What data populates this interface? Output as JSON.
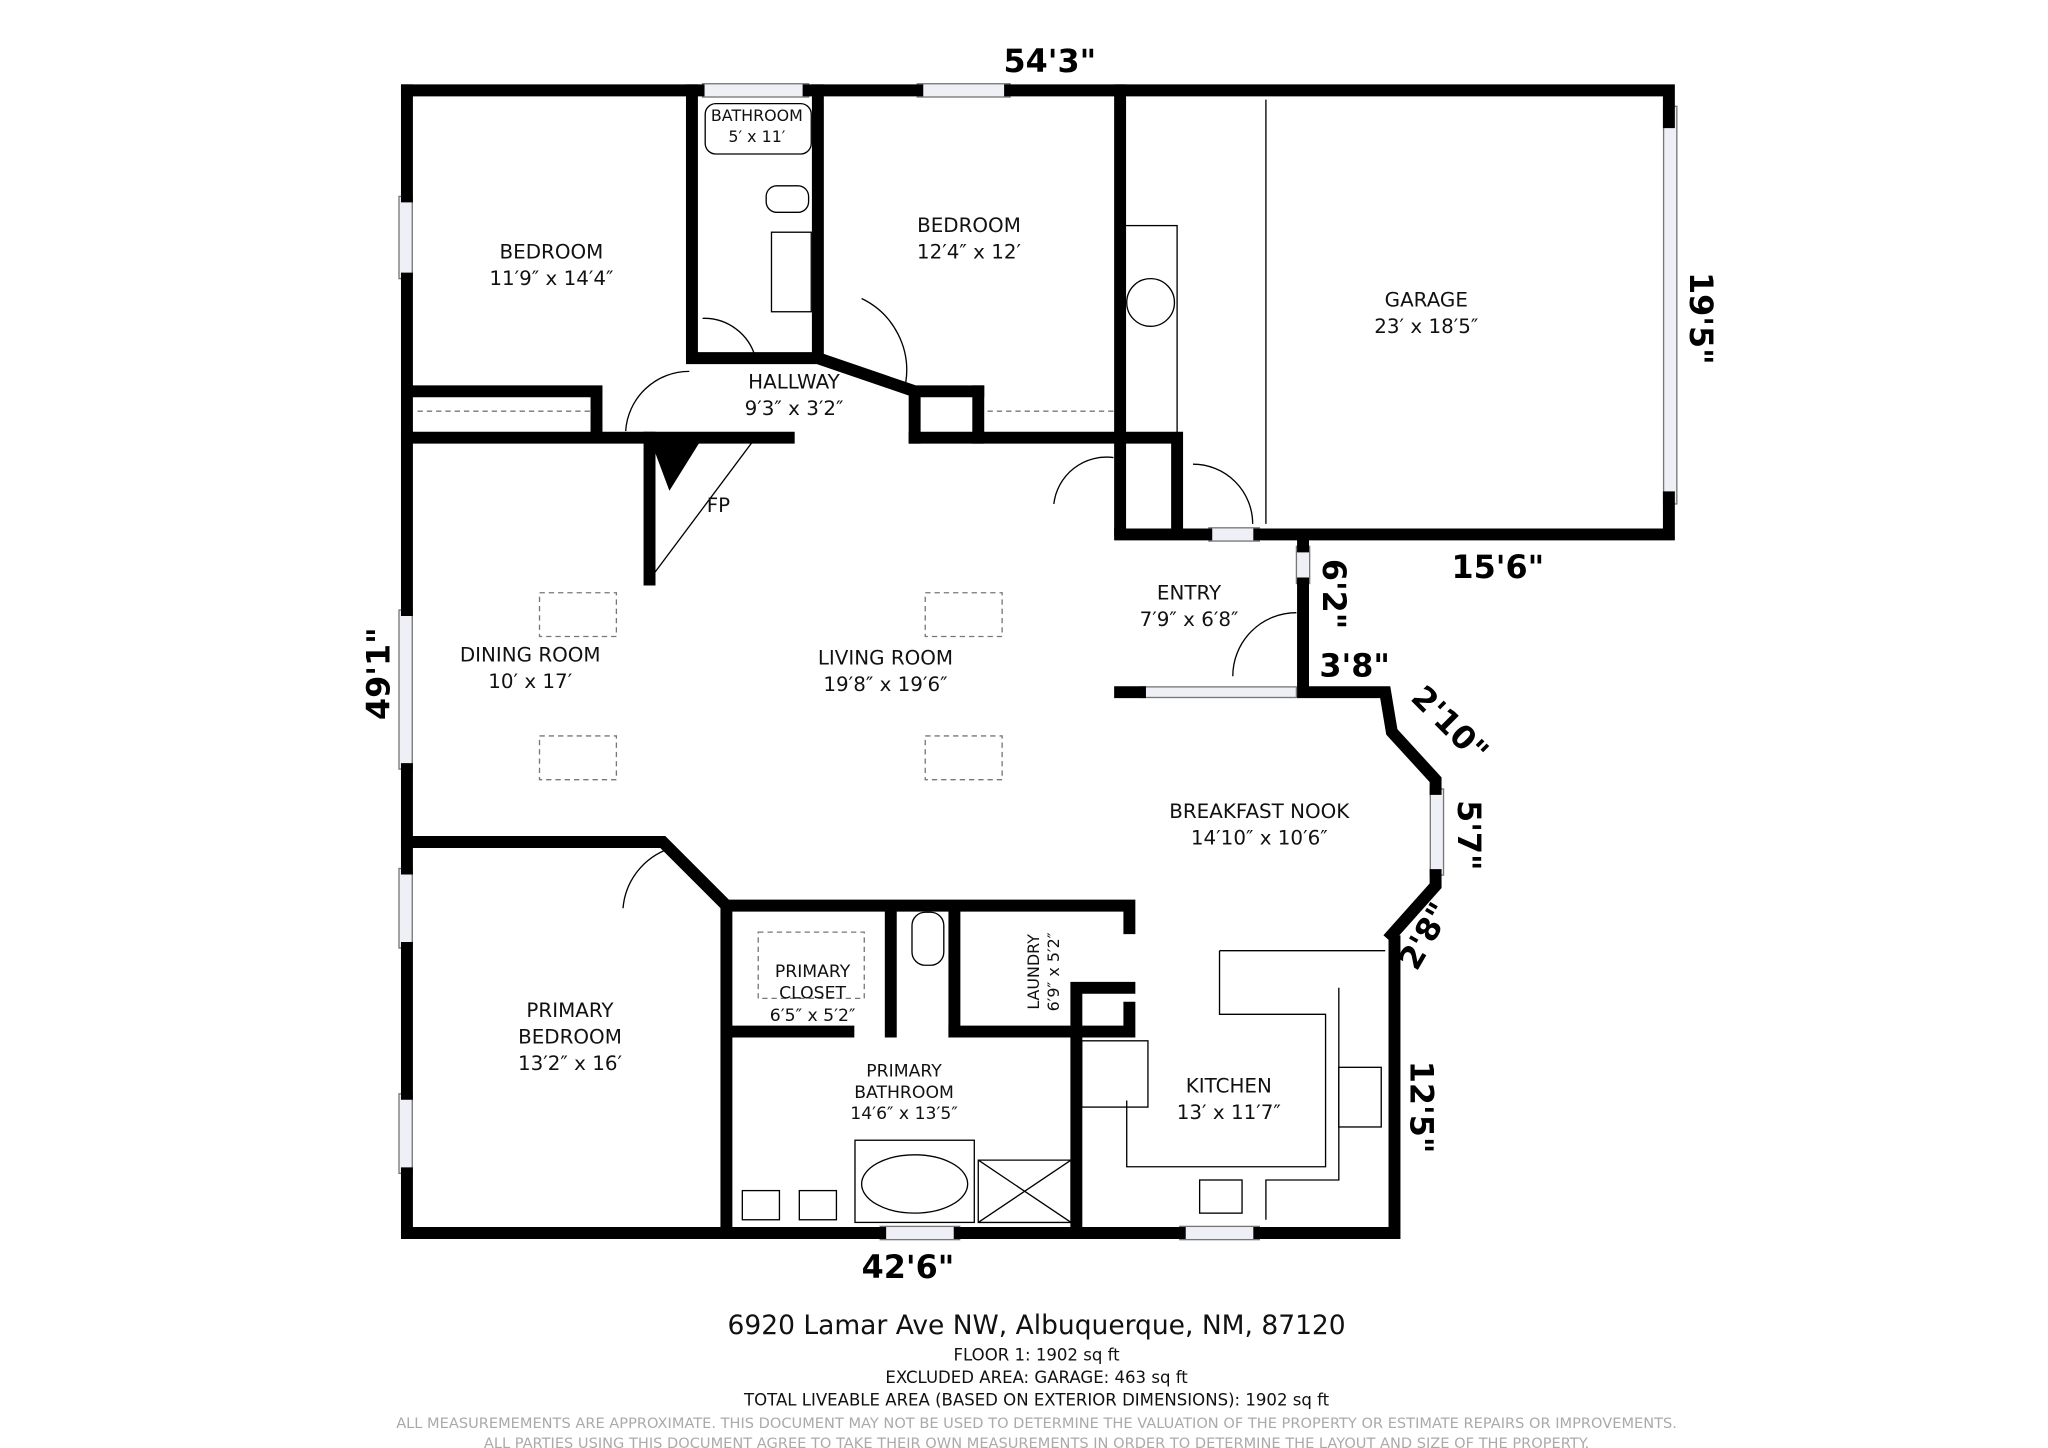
{
  "rooms": {
    "bedroom1": {
      "name": "BEDROOM",
      "size": "11′9″ x 14′4″"
    },
    "bathroom": {
      "name": "BATHROOM",
      "size": "5′ x 11′"
    },
    "bedroom2": {
      "name": "BEDROOM",
      "size": "12′4″ x 12′"
    },
    "garage": {
      "name": "GARAGE",
      "size": "23′ x 18′5″"
    },
    "hallway": {
      "name": "HALLWAY",
      "size": "9′3″ x 3′2″"
    },
    "fireplace": {
      "name": "FP"
    },
    "entry": {
      "name": "ENTRY",
      "size": "7′9″ x 6′8″"
    },
    "dining": {
      "name": "DINING ROOM",
      "size": "10′ x 17′"
    },
    "living": {
      "name": "LIVING ROOM",
      "size": "19′8″ x 19′6″"
    },
    "nook": {
      "name": "BREAKFAST NOOK",
      "size": "14′10″ x 10′6″"
    },
    "primary_bedroom": {
      "name1": "PRIMARY",
      "name2": "BEDROOM",
      "size": "13′2″ x 16′"
    },
    "primary_closet": {
      "name1": "PRIMARY",
      "name2": "CLOSET",
      "size": "6′5″ x 5′2″"
    },
    "laundry": {
      "name": "LAUNDRY",
      "size": "6′9″ x 5′2″"
    },
    "primary_bathroom": {
      "name1": "PRIMARY",
      "name2": "BATHROOM",
      "size": "14′6″ x 13′5″"
    },
    "kitchen": {
      "name": "KITCHEN",
      "size": "13′ x 11′7″"
    }
  },
  "dimensions": {
    "top": "54'3\"",
    "garage_right": "19'5\"",
    "garage_bottom": "15'6\"",
    "entry_side": "6'2\"",
    "entry_step": "3'8\"",
    "bay_upper": "2'10\"",
    "bay_middle": "5'7\"",
    "bay_lower": "2'8\"",
    "kitchen_right": "12'5\"",
    "bottom": "42'6\"",
    "left": "49'1\""
  },
  "footer": {
    "address": "6920 Lamar Ave NW, Albuquerque, NM, 87120",
    "floor": "FLOOR 1: 1902 sq ft",
    "excluded": "EXCLUDED AREA: GARAGE: 463 sq ft",
    "total": "TOTAL LIVEABLE AREA (BASED ON EXTERIOR DIMENSIONS): 1902 sq ft",
    "disclaimer1": "ALL MEASUREMEMENTS ARE APPROXIMATE. THIS DOCUMENT MAY NOT BE USED TO DETERMINE THE VALUATION OF THE PROPERTY OR ESTIMATE REPAIRS OR IMPROVEMENTS.",
    "disclaimer2": "ALL PARTIES USING THIS DOCUMENT AGREE TO TAKE THEIR OWN MEASUREMENTS IN ORDER TO DETERMINE THE LAYOUT AND SIZE OF THE PROPERTY."
  }
}
